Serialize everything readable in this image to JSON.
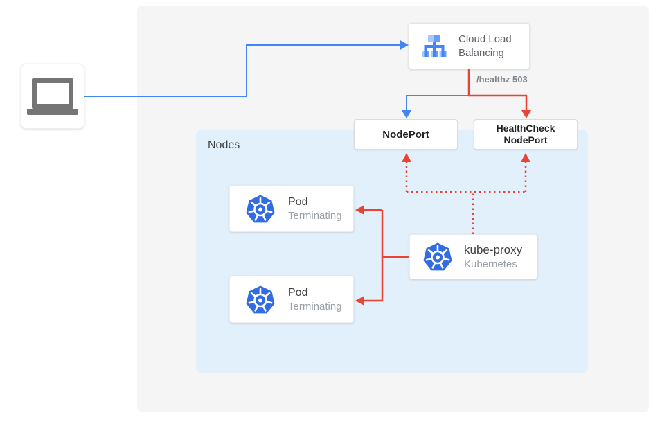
{
  "colors": {
    "blue": "#4285f4",
    "red": "#ea4335",
    "k8s-blue": "#326ce5",
    "nodes-bg": "#e2f0fc",
    "panel-bg": "#f5f5f6",
    "icon-gray": "#757575",
    "lb-light": "#a6c8fa",
    "lb-mid": "#669df6"
  },
  "panels": {
    "nodes_label": "Nodes"
  },
  "nodes": {
    "cloud_load_balancing": {
      "label": "Cloud Load Balancing"
    },
    "healthz_badge": "/healthz 503",
    "nodeport": {
      "label": "NodePort"
    },
    "healthcheck_nodeport": {
      "label": "HealthCheck NodePort"
    },
    "kube_proxy": {
      "title": "kube-proxy",
      "subtitle": "Kubernetes"
    },
    "pods": [
      {
        "title": "Pod",
        "status": "Terminating"
      },
      {
        "title": "Pod",
        "status": "Terminating"
      }
    ]
  }
}
